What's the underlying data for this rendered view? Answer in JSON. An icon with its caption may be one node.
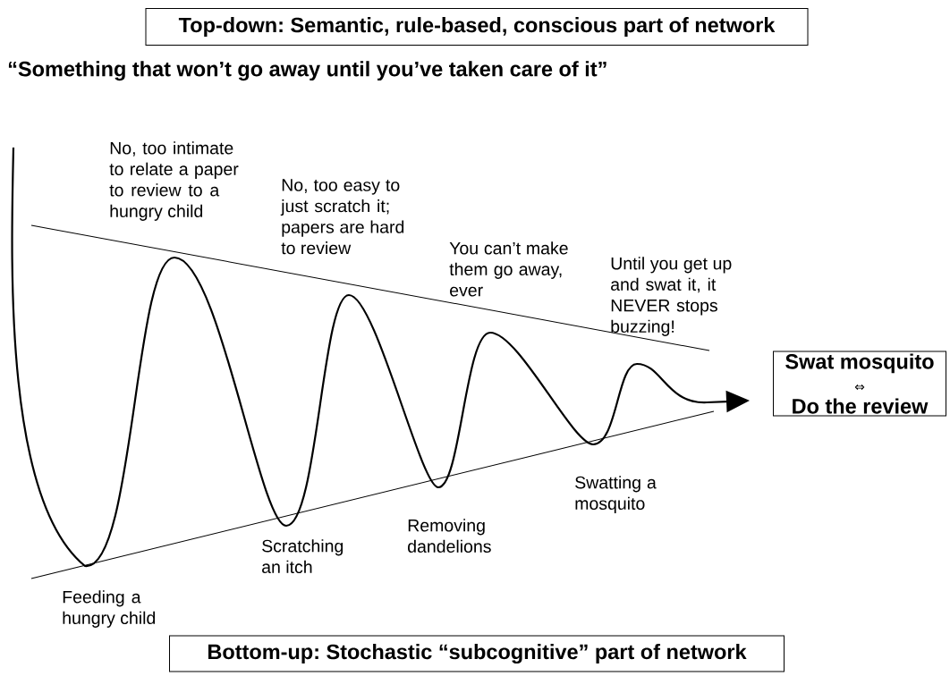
{
  "diagram": {
    "title": "“Something that won’t go away until you’ve taken care of it”",
    "nodes": [
      {
        "text": [
          "Top-down: Semantic, rule-based, conscious part of network"
        ]
      },
      {
        "text": [
          "Swat mosquito",
          "⇔",
          "Do the review"
        ]
      },
      {
        "text": [
          "Bottom-up: Stochastic “subcognitive” part of network"
        ]
      }
    ],
    "edges": [
      {
        "from": null,
        "to": 1,
        "arrow": "to"
      }
    ],
    "labels": [
      "No, too intimate to relate a paper to review to a hungry child",
      "No, too easy to just scratch it; papers are hard to review",
      "You can’t make them go away, ever",
      "Until you get up and swat it, it NEVER stops buzzing!",
      "Swatting a mosquito",
      "Removing dandelions",
      "Scratching an itch",
      "Feeding a hungry child"
    ]
  }
}
